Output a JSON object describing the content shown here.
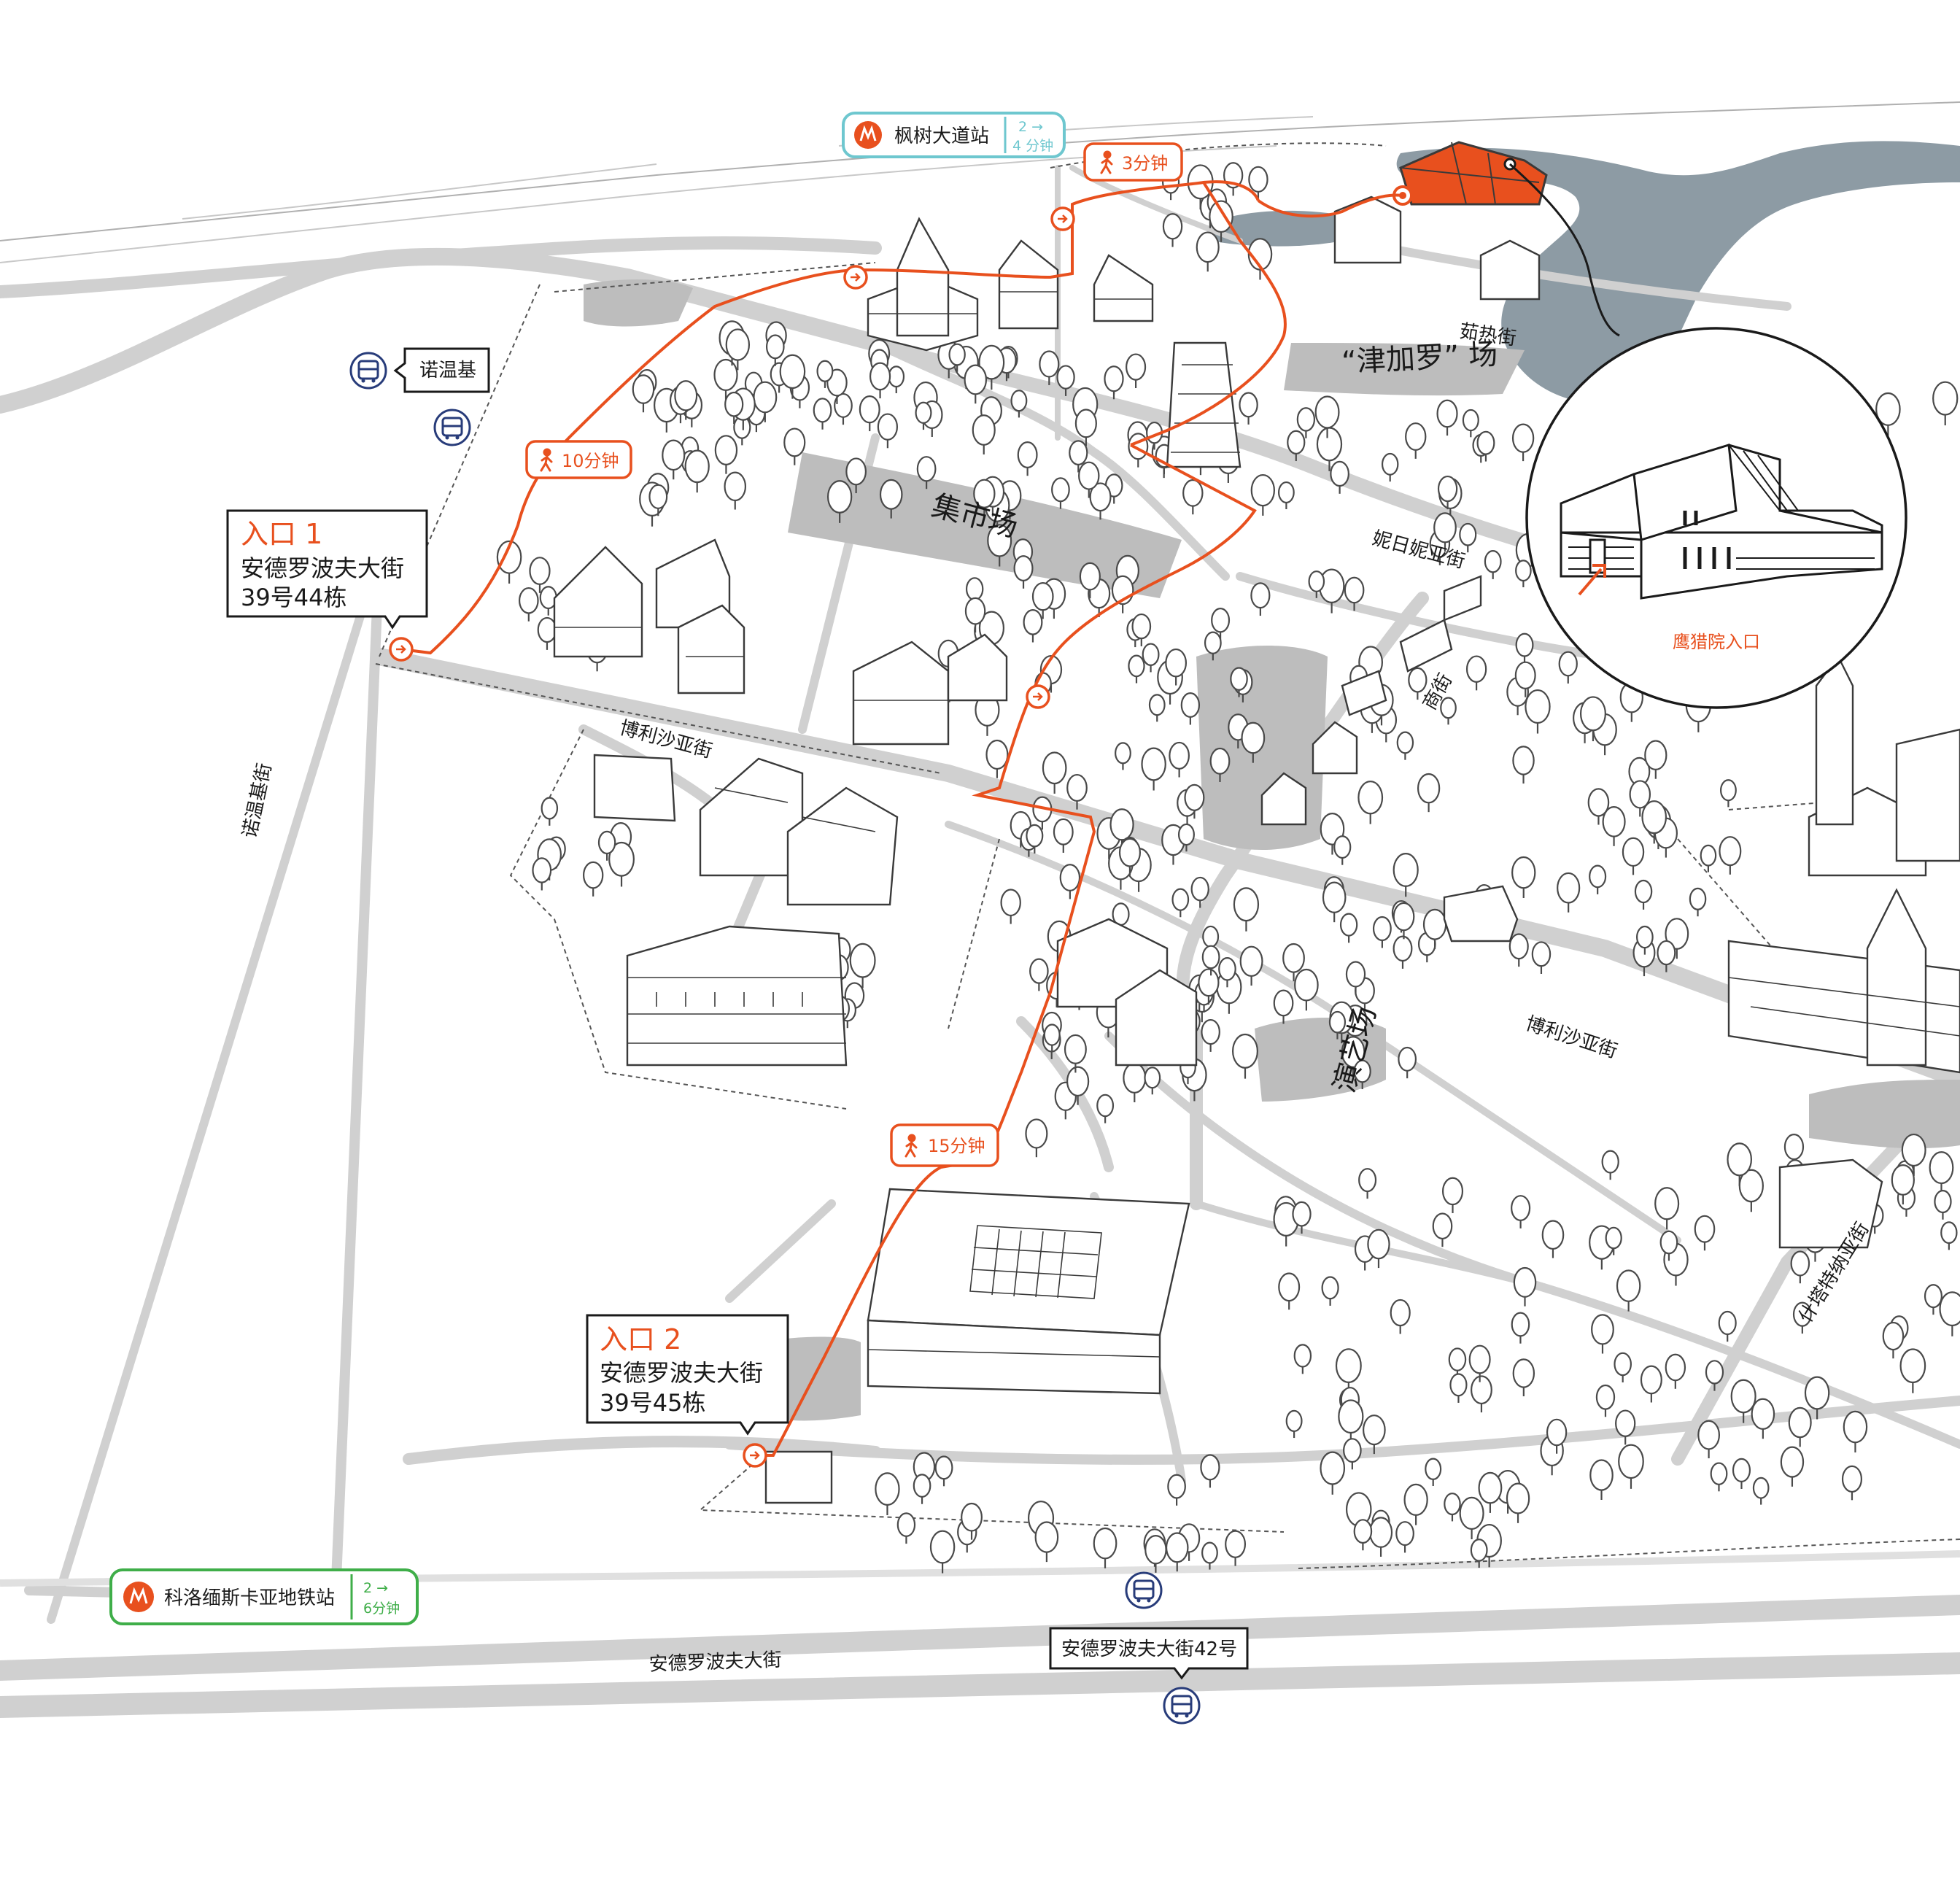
{
  "colors": {
    "route": "#e8501e",
    "road": "#d0d0d0",
    "water": "#8d9ba4",
    "plaza": "#bdbdbd",
    "metro_blue": "#6ec7cf",
    "metro_green": "#3fae49",
    "bus": "#283c7a",
    "text": "#1a1a1a"
  },
  "metro": {
    "top": {
      "name": "枫树大道站",
      "line_info": [
        "2 →",
        "4 分钟"
      ],
      "icon": "metro-m-icon"
    },
    "bottom": {
      "name": "科洛缅斯卡亚地铁站",
      "line_info": [
        "2 →",
        "6分钟"
      ],
      "icon": "metro-m-icon"
    }
  },
  "bus_stops": {
    "left": {
      "name": "诺温基",
      "icon": "bus-icon"
    },
    "bottom": {
      "name": "安德罗波夫大街42号",
      "icon": "bus-icon"
    }
  },
  "walk_times": [
    "3分钟",
    "10分钟",
    "15分钟"
  ],
  "entrances": [
    {
      "title": "入口 1",
      "address_line1": "安德罗波夫大街",
      "address_line2": "39号44栋"
    },
    {
      "title": "入口 2",
      "address_line1": "安德罗波夫大街",
      "address_line2": "39号45栋"
    }
  ],
  "streets": {
    "ruzhe": "茹热街",
    "niri": "妮日妮亚街",
    "trade": "商街",
    "borisa_upper": "博利沙亚街",
    "borisa_lower": "博利沙亚街",
    "nowenji": "诺温基街",
    "shitat": "什塔特纳亚街",
    "andropov": "安德罗波夫大街"
  },
  "plazas": {
    "market": "集市场",
    "jingaro": "“津加罗” 场",
    "performance": "演艺场"
  },
  "inset": {
    "caption": "鹰猎院入口"
  }
}
